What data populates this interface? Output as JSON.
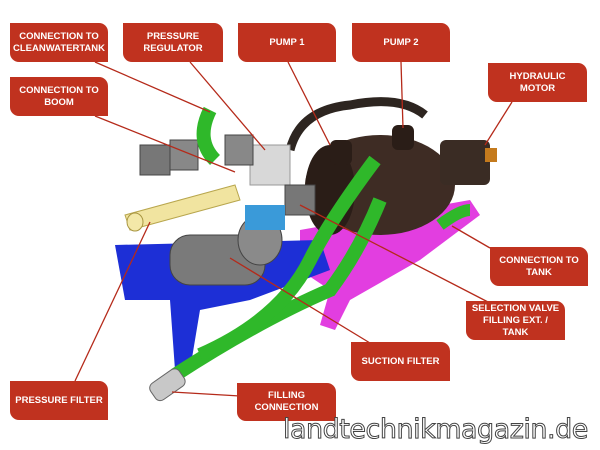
{
  "labels": {
    "cleanwatertank": "CONNECTION TO CLEANWATERTANK",
    "pressure_regulator": "PRESSURE REGULATOR",
    "pump1": "PUMP 1",
    "pump2": "PUMP 2",
    "hydraulic_motor": "HYDRAULIC MOTOR",
    "boom": "CONNECTION TO BOOM",
    "tank": "CONNECTION TO TANK",
    "selection_valve": "SELECTION VALVE FILLING EXT. / TANK",
    "suction_filter": "SUCTION FILTER",
    "pressure_filter": "PRESSURE FILTER",
    "filling_connection": "FILLING CONNECTION"
  },
  "watermark": "landtechnikmagazin.de",
  "colors": {
    "label_bg": "#c0321f",
    "leader": "#b52a1a",
    "frame_blue": "#1d2fd6",
    "frame_magenta": "#e23ee0",
    "hose_green": "#2fb82a",
    "pump_brown": "#3e2c24"
  }
}
